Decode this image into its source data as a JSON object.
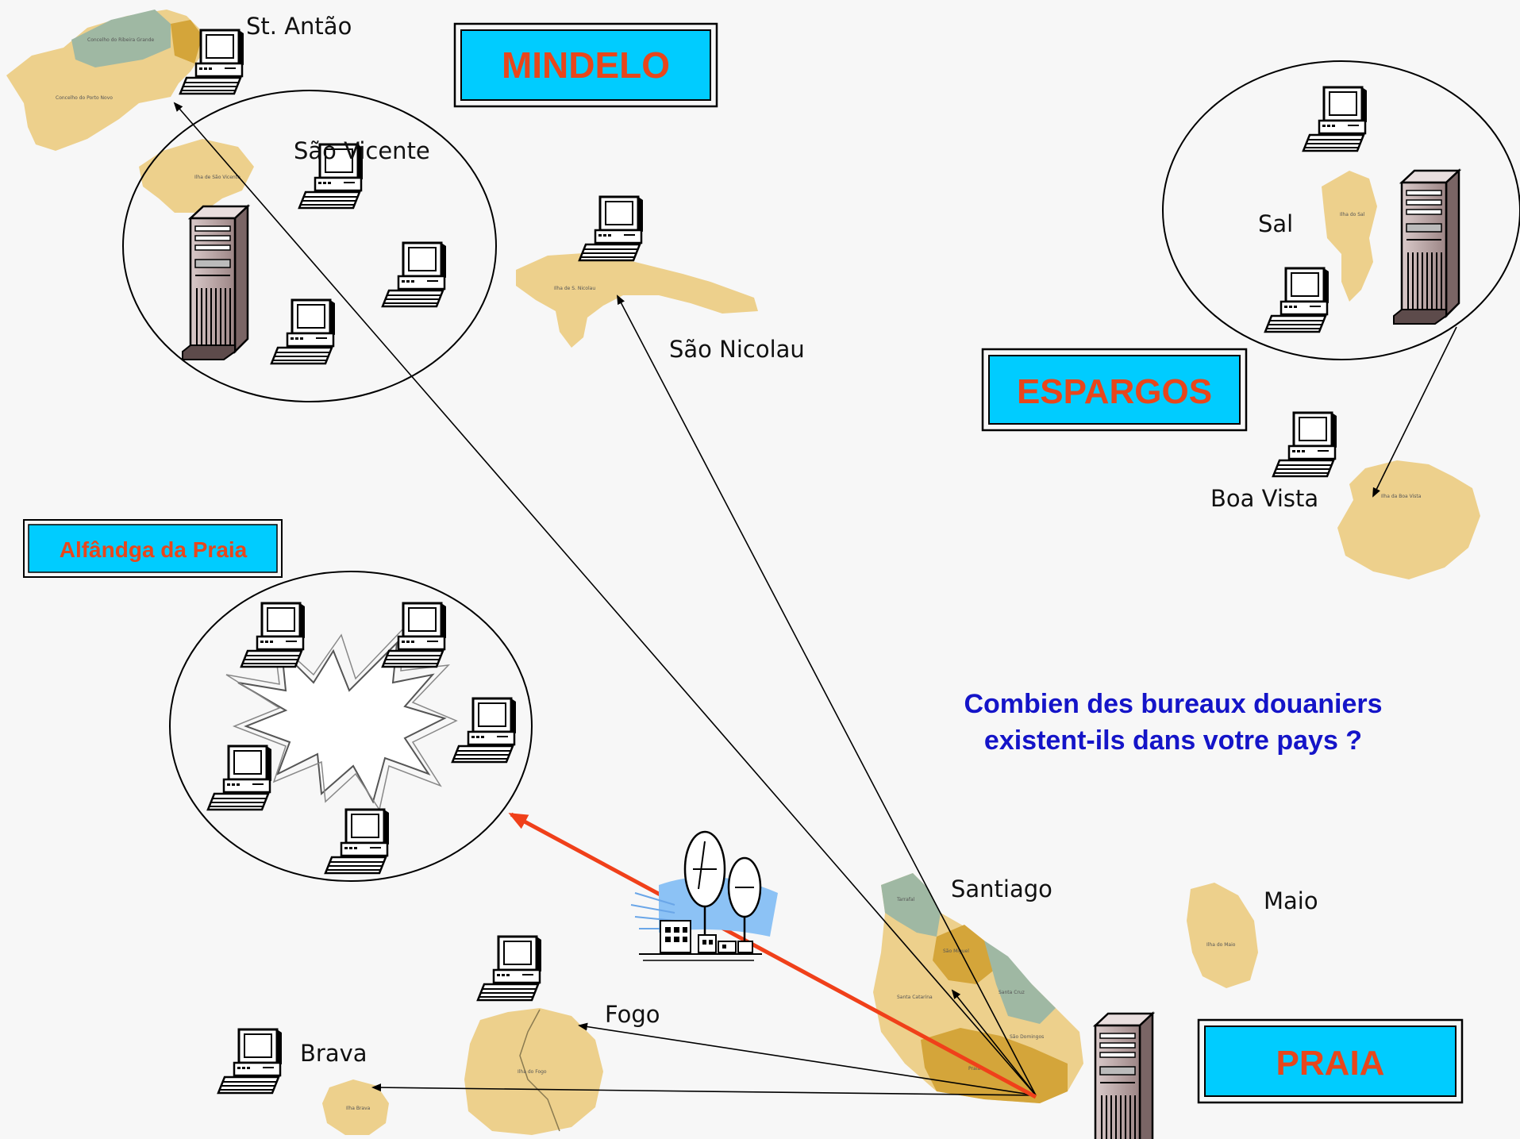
{
  "boxes": {
    "mindelo": "MINDELO",
    "espargos": "ESPARGOS",
    "alfandega": "Alfândga da Praia",
    "praia": "PRAIA"
  },
  "islands": {
    "st_antao": "St. Antão",
    "sao_vicente": "São Vicente",
    "sao_nicolau": "São Nicolau",
    "sal": "Sal",
    "boa_vista": "Boa Vista",
    "santiago": "Santiago",
    "maio": "Maio",
    "fogo": "Fogo",
    "brava": "Brava"
  },
  "question": {
    "line1": "Combien des bureaux douaniers",
    "line2": "existent-ils dans votre pays ?"
  },
  "colors": {
    "island": "#edd08c",
    "island_green": "#9fb8a3",
    "island_dark": "#d4a53a",
    "box_fill": "#00ccff",
    "box_text": "#e8461b",
    "question": "#1414c8",
    "red_link": "#f0401a"
  },
  "icons": {
    "workstation": "computer-icon",
    "server": "server-tower-icon",
    "network": "network-burst-icon",
    "relay": "satellite-relay-station-icon"
  }
}
